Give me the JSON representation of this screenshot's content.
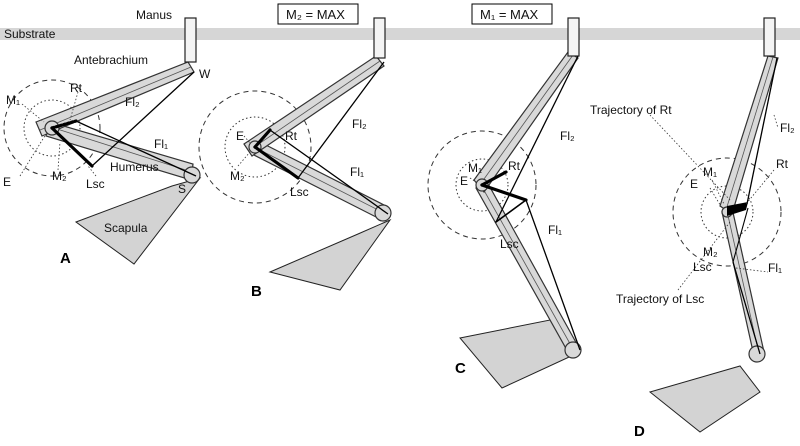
{
  "substrate_label": "Substrate",
  "manus_label": "Manus",
  "panel_titles": {
    "b": "M₂ = MAX",
    "c": "M₁ = MAX"
  },
  "panel_letters": {
    "a": "A",
    "b": "B",
    "c": "C",
    "d": "D"
  },
  "labels": {
    "antebrachium": "Antebrachium",
    "humerus": "Humerus",
    "scapula": "Scapula",
    "w": "W",
    "s": "S",
    "e": "E",
    "rt": "Rt",
    "lsc": "Lsc",
    "fl1": "Fl₁",
    "fl2": "Fl₂",
    "m1": "M₁",
    "m2": "M₂",
    "traj_rt": "Trajectory of Rt",
    "traj_lsc": "Trajectory of Lsc"
  },
  "colors": {
    "substrate": "#d6d6d6",
    "bone": "#d9d9d9",
    "scapula": "#d3d3d3"
  }
}
